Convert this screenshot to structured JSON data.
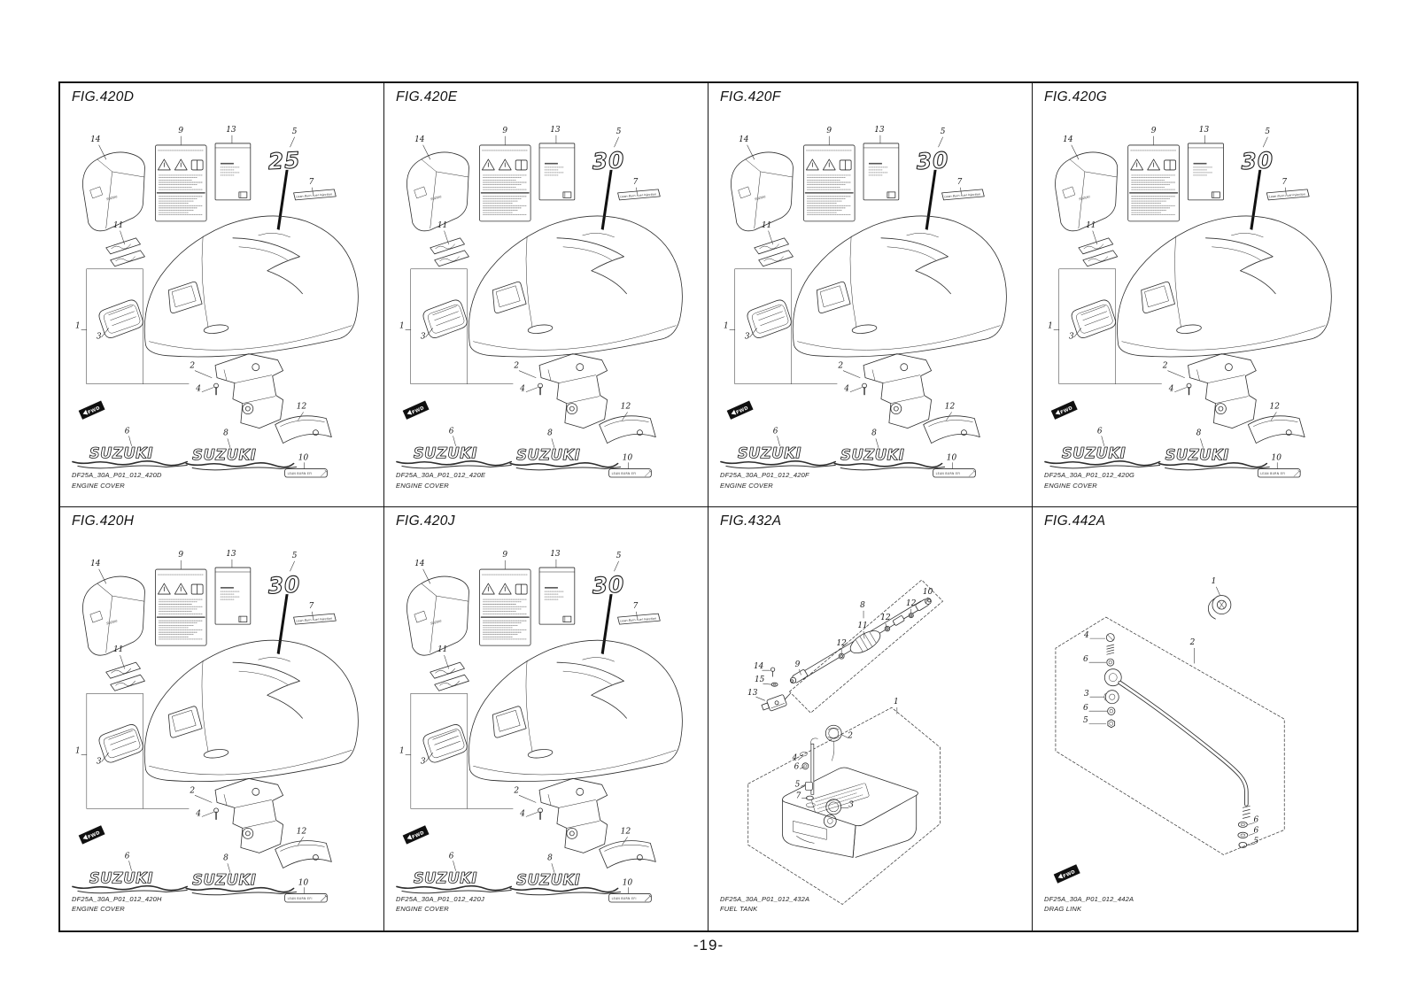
{
  "page": {
    "number": "-19-"
  },
  "panels": [
    {
      "id": "420D",
      "type": "engine-cover",
      "title": "FIG.420D",
      "emblem": "25",
      "caption_code": "DF25A_30A_P01_012_420D",
      "caption_title": "ENGINE COVER"
    },
    {
      "id": "420E",
      "type": "engine-cover",
      "title": "FIG.420E",
      "emblem": "30",
      "caption_code": "DF25A_30A_P01_012_420E",
      "caption_title": "ENGINE COVER"
    },
    {
      "id": "420F",
      "type": "engine-cover",
      "title": "FIG.420F",
      "emblem": "30",
      "caption_code": "DF25A_30A_P01_012_420F",
      "caption_title": "ENGINE COVER"
    },
    {
      "id": "420G",
      "type": "engine-cover",
      "title": "FIG.420G",
      "emblem": "30",
      "caption_code": "DF25A_30A_P01_012_420G",
      "caption_title": "ENGINE COVER"
    },
    {
      "id": "420H",
      "type": "engine-cover",
      "title": "FIG.420H",
      "emblem": "30",
      "caption_code": "DF25A_30A_P01_012_420H",
      "caption_title": "ENGINE COVER"
    },
    {
      "id": "420J",
      "type": "engine-cover",
      "title": "FIG.420J",
      "emblem": "30",
      "caption_code": "DF25A_30A_P01_012_420J",
      "caption_title": "ENGINE COVER"
    },
    {
      "id": "432A",
      "type": "fuel-tank",
      "title": "FIG.432A",
      "caption_code": "DF25A_30A_P01_012_432A",
      "caption_title": "FUEL TANK"
    },
    {
      "id": "442A",
      "type": "drag-link",
      "title": "FIG.442A",
      "caption_code": "DF25A_30A_P01_012_442A",
      "caption_title": "DRAG LINK"
    }
  ],
  "engine_cover": {
    "callouts": [
      "14",
      "9",
      "13",
      "5",
      "7",
      "11",
      "1",
      "3",
      "2",
      "4",
      "12",
      "6",
      "8",
      "10"
    ],
    "suzuki_logo": "SUZUKI",
    "cover_brand": "SUZUKI",
    "fwd_label": "FWD",
    "decal7_text": "Lean Burn Fuel Injection",
    "decal10_text": "LEAN BURN EFI"
  },
  "fuel_tank": {
    "callouts": [
      "8",
      "10",
      "12",
      "12",
      "11",
      "12",
      "9",
      "14",
      "15",
      "13",
      "1",
      "2",
      "4",
      "6",
      "5",
      "7",
      "3"
    ]
  },
  "drag_link": {
    "callouts": [
      "1",
      "2",
      "4",
      "6",
      "3",
      "6",
      "5",
      "6",
      "6",
      "5"
    ],
    "fwd_label": "FWD"
  }
}
